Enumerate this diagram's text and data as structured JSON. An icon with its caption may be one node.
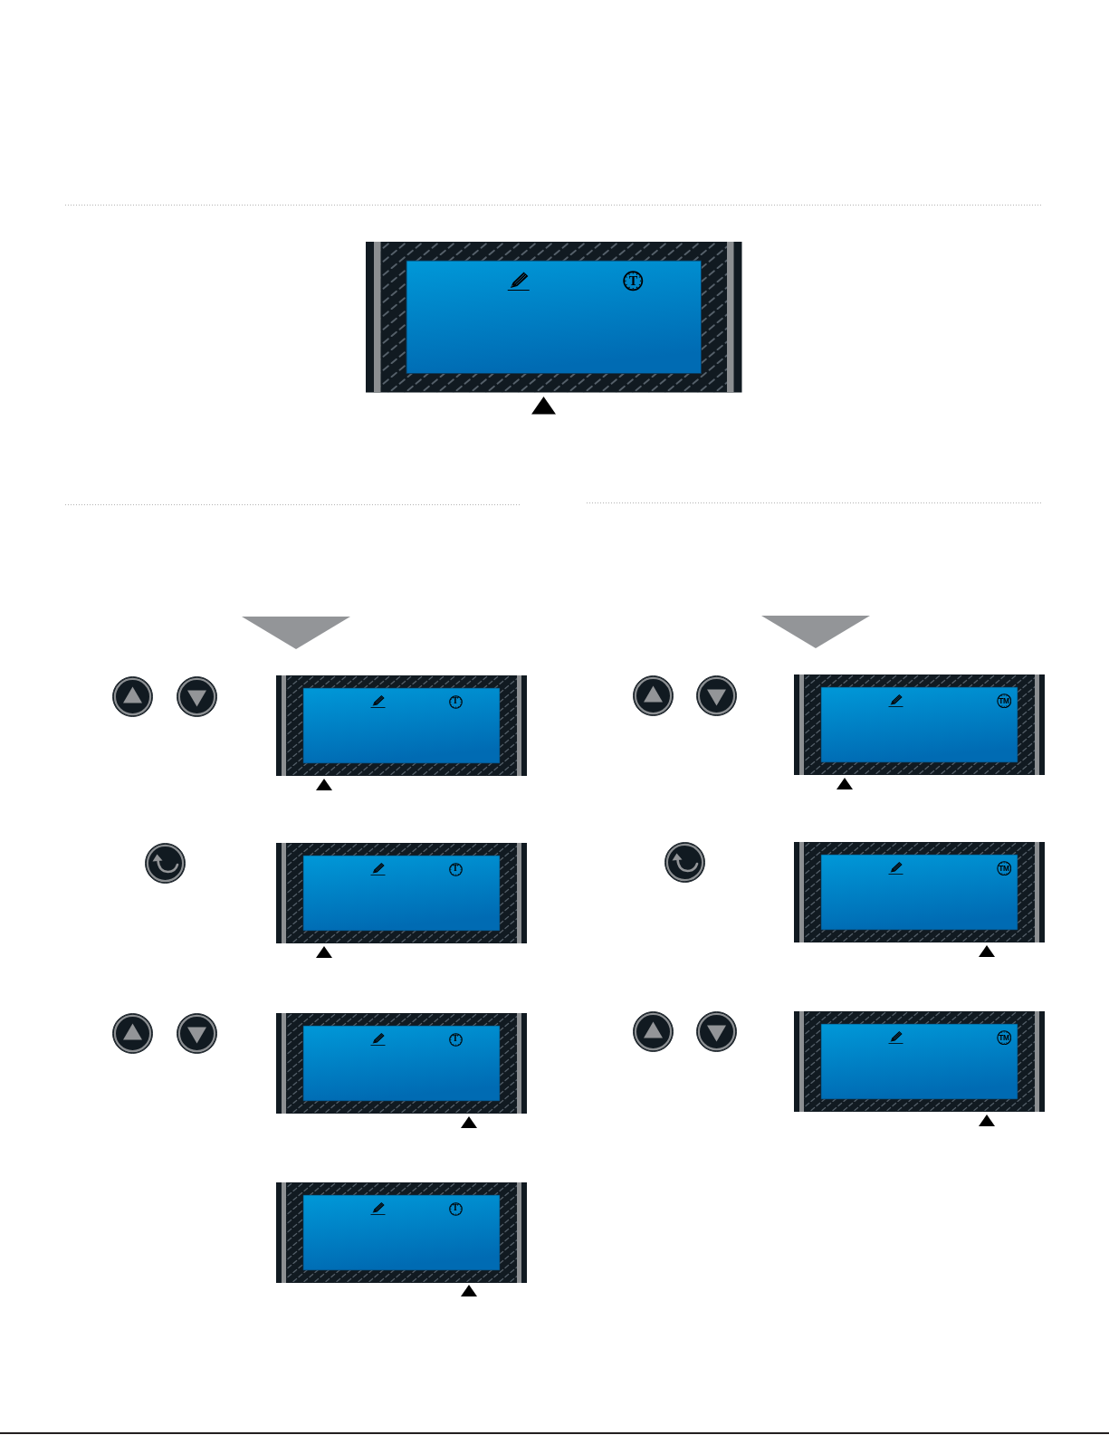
{
  "diagram": {
    "nodes": [
      {
        "text": [
          "T"
        ]
      },
      {
        "text": [],
        "shape": "circle"
      },
      {
        "text": [],
        "shape": "circle"
      },
      {
        "text": [
          "T"
        ]
      },
      {
        "text": [],
        "shape": "circle"
      },
      {
        "text": [
          "T"
        ]
      },
      {
        "text": [],
        "shape": "circle"
      },
      {
        "text": [],
        "shape": "circle"
      },
      {
        "text": [
          "T"
        ]
      },
      {
        "text": [
          "T"
        ]
      },
      {
        "text": [],
        "shape": "circle"
      },
      {
        "text": [],
        "shape": "circle"
      },
      {
        "text": [
          "TM"
        ]
      },
      {
        "text": [],
        "shape": "circle"
      },
      {
        "text": [
          "TM"
        ]
      },
      {
        "text": [],
        "shape": "circle"
      },
      {
        "text": [],
        "shape": "circle"
      },
      {
        "text": [
          "TM"
        ]
      }
    ]
  }
}
